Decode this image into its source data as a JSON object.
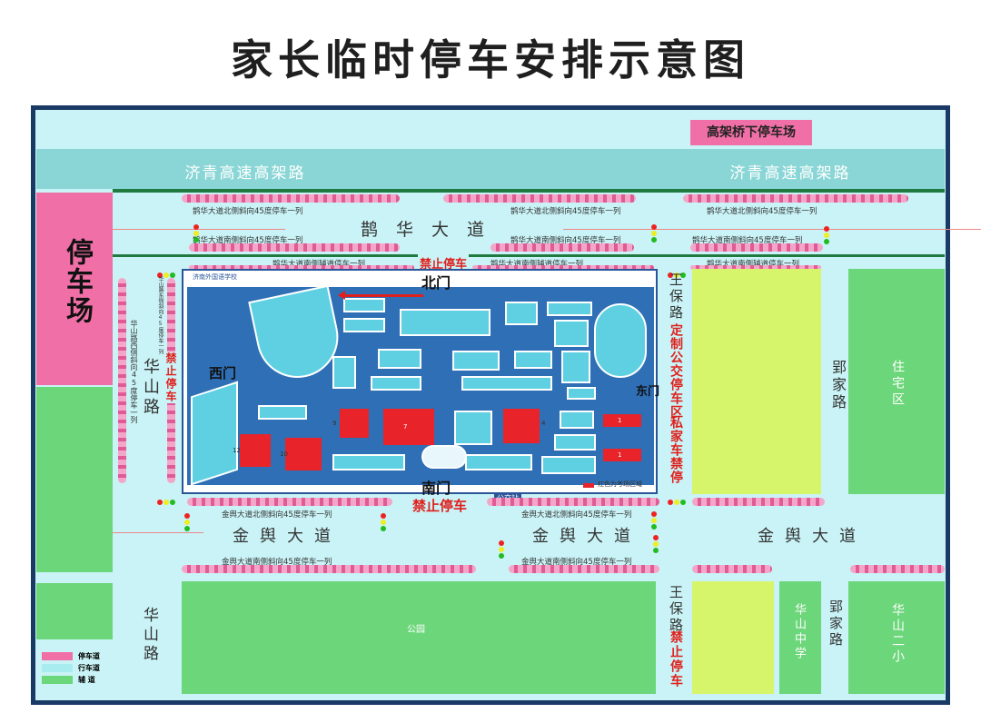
{
  "title": "家长临时停车安排示意图",
  "parking_bridge_label": "高架桥下停车场",
  "expressway": {
    "left_label": "济青高速高架路",
    "right_label": "济青高速高架路"
  },
  "roads": {
    "quehua": "鹊华大道",
    "jinyu_left": "金舆大道",
    "jinyu_mid": "金舆大道",
    "jinyu_right": "金舆大道",
    "huashan_top": "华山路",
    "huashan_bottom": "华山路",
    "wangbao_top": "王保路",
    "wangbao_bottom": "王保路",
    "yingjia_top": "郢家路",
    "yingjia_bottom": "郢家路"
  },
  "parking_rows": {
    "quehua_north_left": "鹊华大道北侧斜向45度停车一列",
    "quehua_north_mid": "鹊华大道北侧斜向45度停车一列",
    "quehua_north_right": "鹊华大道北侧斜向45度停车一列",
    "quehua_south_left": "鹊华大道南侧斜向45度停车一列",
    "quehua_south_mid": "鹊华大道南侧斜向45度停车一列",
    "quehua_south_right": "鹊华大道南侧斜向45度停车一列",
    "quehua_south_side_left": "鹊华大道南侧辅道停车一列",
    "quehua_south_side_mid": "鹊华大道南侧辅道停车一列",
    "quehua_south_side_right": "鹊华大道南侧辅道停车一列",
    "jinyu_north_left": "金舆大道北侧斜向45度停车一列",
    "jinyu_north_mid": "金舆大道北侧斜向45度停车一列",
    "jinyu_south_left": "金舆大道南侧斜向45度停车一列",
    "jinyu_south_mid": "金舆大道南侧斜向45度停车一列",
    "huashan_west": "华山路西侧斜向45度停车一列",
    "huashan_east": "华山路东侧斜向45度停车一列"
  },
  "big_parking": "停车场",
  "no_parking": {
    "north": "禁止停车",
    "south": "禁止停车",
    "west": "禁止停车",
    "wangbao": "禁止停车"
  },
  "gates": {
    "north": "北门",
    "south": "南门",
    "west": "西门",
    "east": "东门"
  },
  "wangbao_notes": {
    "bus": "定制公交停车区",
    "private": "私家车禁停"
  },
  "bus_stop": "公交站",
  "campus": {
    "logo_text": "济南外国语学校",
    "legend": "红色为考场区域",
    "building_numbers": [
      "7",
      "9",
      "4",
      "12",
      "10",
      "1",
      "1"
    ]
  },
  "areas": {
    "residential": "住宅区",
    "park": "公园",
    "school_a": "华山中学",
    "school_b": "华山二小"
  },
  "legend": {
    "parking_lane": "停车道",
    "driving_lane": "行车道",
    "auxiliary_road": "辅  道"
  },
  "colors": {
    "parking": "#f06fa6",
    "driving": "#c9f3f6",
    "auxiliary": "#6cd67a",
    "no_parking_text": "#e0201c",
    "expressway": "#8ad6d6"
  }
}
